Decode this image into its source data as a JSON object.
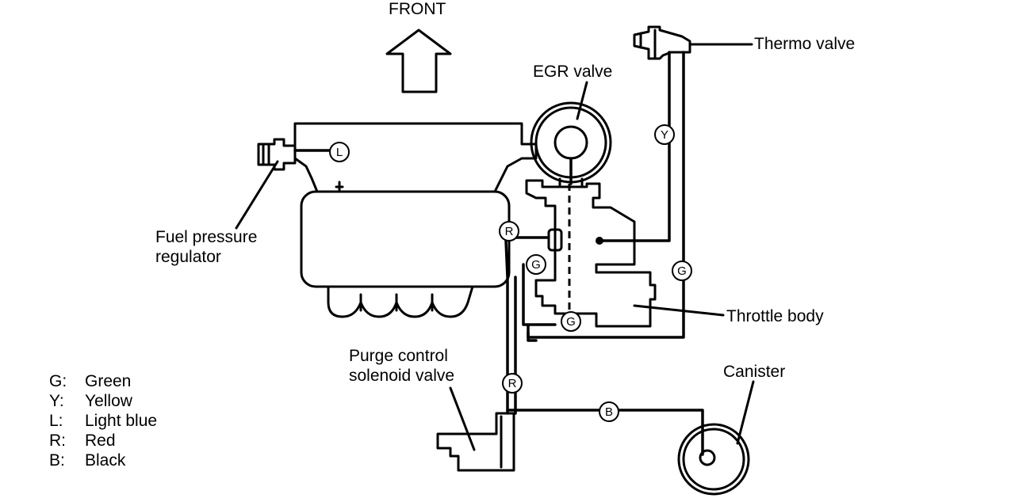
{
  "direction_label": "FRONT",
  "components": {
    "thermo_valve": "Thermo valve",
    "egr_valve": "EGR valve",
    "fuel_pressure_regulator": [
      "Fuel pressure",
      "regulator"
    ],
    "throttle_body": "Throttle body",
    "purge_control_solenoid_valve": [
      "Purge control",
      "solenoid valve"
    ],
    "canister": "Canister"
  },
  "hose_badges": {
    "light_blue": "L",
    "yellow": "Y",
    "red_upper": "R",
    "green_left": "G",
    "green_right": "G",
    "green_lower": "G",
    "red_lower": "R",
    "black": "B"
  },
  "legend": [
    {
      "code": "G:",
      "name": "Green"
    },
    {
      "code": "Y:",
      "name": "Yellow"
    },
    {
      "code": "L:",
      "name": "Light blue"
    },
    {
      "code": "R:",
      "name": "Red"
    },
    {
      "code": "B:",
      "name": "Black"
    }
  ]
}
